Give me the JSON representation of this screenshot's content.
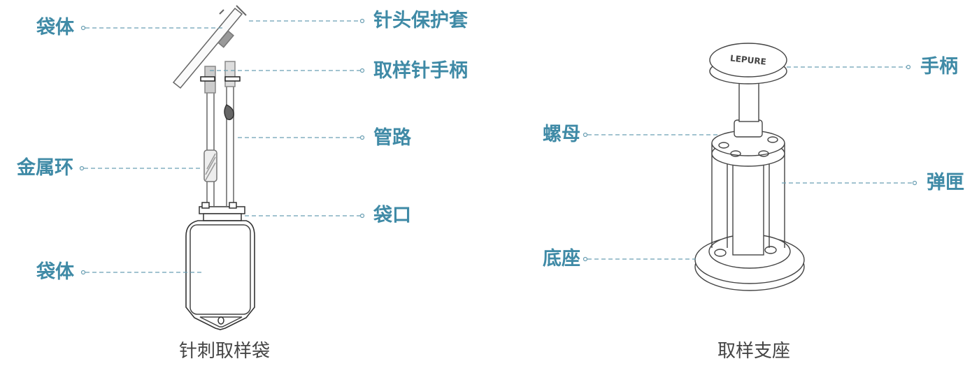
{
  "left_figure": {
    "caption": "针刺取样袋",
    "labels": {
      "bag_body_top": "袋体",
      "needle_cap": "针头保护套",
      "needle_handle": "取样针手柄",
      "tubing": "管路",
      "metal_ring": "金属环",
      "bag_port": "袋口",
      "bag_body": "袋体"
    }
  },
  "right_figure": {
    "caption": "取样支座",
    "brand_mark": "LEPURE",
    "labels": {
      "handle": "手柄",
      "nut": "螺母",
      "magazine": "弹匣",
      "base": "底座"
    }
  },
  "colors": {
    "label": "#3f8aa6",
    "leader_line": "#6a9fb3",
    "caption": "#444444",
    "drawing": "#555555"
  }
}
